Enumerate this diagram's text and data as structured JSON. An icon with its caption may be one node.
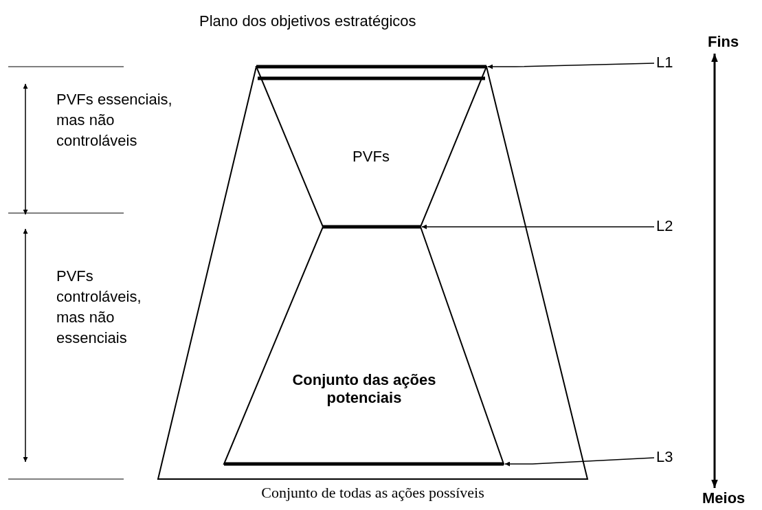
{
  "diagram": {
    "title": "Plano dos objetivos estratégicos",
    "nodes": [
      {
        "text": [],
        "shape": "trapezoid",
        "beside": [
          "Conjunto de todas as ações possíveis"
        ]
      },
      {
        "text": [
          "PVFs"
        ],
        "in": 0
      },
      {
        "text": [
          "Conjunto das ações potenciais"
        ],
        "in": 0
      },
      {
        "text": [],
        "shape": "bar",
        "in": 1
      },
      {
        "text": [],
        "shape": "bar",
        "in": 0
      },
      {
        "text": [],
        "shape": "bar",
        "in": 0
      },
      {
        "text": [
          "L1"
        ]
      },
      {
        "text": [
          "L2"
        ]
      },
      {
        "text": [
          "L3"
        ]
      },
      {
        "text": [
          "Fins"
        ]
      },
      {
        "text": [
          "Meios"
        ]
      }
    ],
    "edges": [
      {
        "from": 6,
        "to": 3,
        "arrow": "to"
      },
      {
        "from": 7,
        "to": 4,
        "arrow": "to"
      },
      {
        "from": 8,
        "to": 5,
        "arrow": "to"
      },
      {
        "from": 9,
        "to": 10,
        "arrow": "both"
      }
    ],
    "labels": [
      "PVFs essenciais, mas não controláveis",
      "PVFs controláveis, mas não essenciais"
    ]
  }
}
